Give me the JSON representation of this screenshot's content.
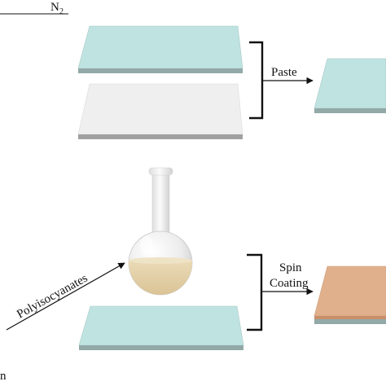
{
  "gas_label": {
    "main": "N",
    "subscript": "2"
  },
  "arrow_labels": {
    "paste": "Paste",
    "spin_line1": "Spin",
    "spin_line2": "Coating"
  },
  "reagent_label": "Polyisocyanates",
  "corner_fragment": "n",
  "colors": {
    "substrate_top": "#bfe3e0",
    "substrate_edge": "#93a9a7",
    "sheet_top": "#efefef",
    "sheet_edge": "#a0a0a0",
    "coated_top": "#e0b08c",
    "coated_edge": "#c7906a",
    "flask_glass": "#f4f4f4",
    "flask_liquid": "#e6d3ac",
    "line": "#111111"
  }
}
